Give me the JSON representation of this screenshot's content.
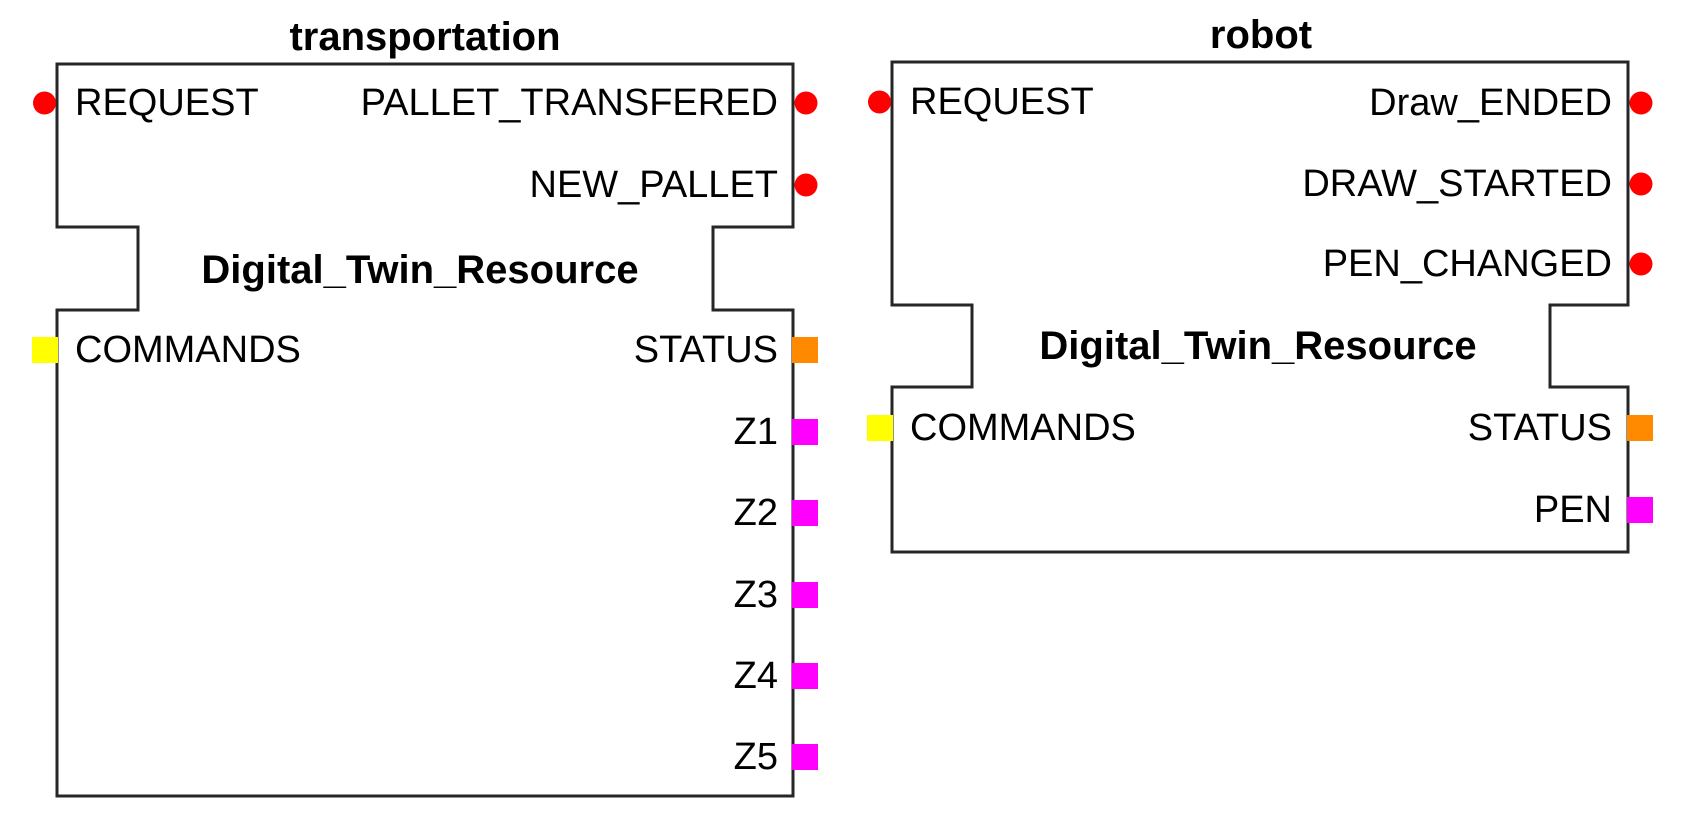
{
  "colors": {
    "outline": "#262626",
    "background": "#ffffff",
    "text": "#000000",
    "event_pin": "#ff0000",
    "command_pin": "#ffff00",
    "status_pin": "#ff8a00",
    "data_pin": "#ff00ff"
  },
  "blocks": [
    {
      "instance_name": "transportation",
      "type_name": "Digital_Twin_Resource",
      "event_inputs": [
        {
          "label": "REQUEST"
        }
      ],
      "event_outputs": [
        {
          "label": "PALLET_TRANSFERED"
        },
        {
          "label": "NEW_PALLET"
        }
      ],
      "data_inputs": [
        {
          "label": "COMMANDS"
        }
      ],
      "data_outputs": [
        {
          "label": "STATUS"
        },
        {
          "label": "Z1"
        },
        {
          "label": "Z2"
        },
        {
          "label": "Z3"
        },
        {
          "label": "Z4"
        },
        {
          "label": "Z5"
        }
      ]
    },
    {
      "instance_name": "robot",
      "type_name": "Digital_Twin_Resource",
      "event_inputs": [
        {
          "label": "REQUEST"
        }
      ],
      "event_outputs": [
        {
          "label": "Draw_ENDED"
        },
        {
          "label": "DRAW_STARTED"
        },
        {
          "label": "PEN_CHANGED"
        }
      ],
      "data_inputs": [
        {
          "label": "COMMANDS"
        }
      ],
      "data_outputs": [
        {
          "label": "STATUS"
        },
        {
          "label": "PEN"
        }
      ]
    }
  ]
}
